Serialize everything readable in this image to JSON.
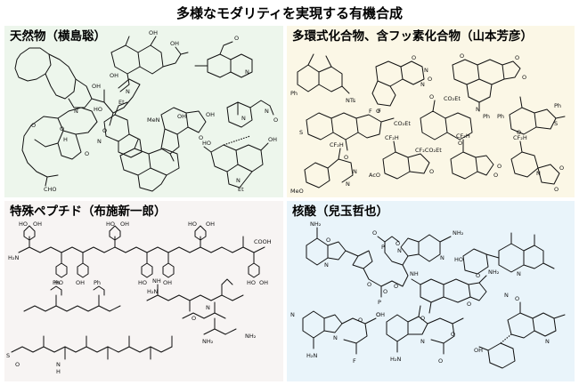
{
  "title": "多様なモダリティを実現する有機合成",
  "panels": [
    {
      "label": "天然物（横島聡）",
      "atoms": [
        "OH",
        "OH",
        "N",
        "Et",
        "OH",
        "HO",
        "N",
        "O",
        "OH",
        "MeN",
        "N",
        "O",
        "OH",
        "OH",
        "O",
        "N",
        "O",
        "N",
        "O",
        "O",
        "H",
        "CHO",
        "O",
        "N",
        "OH",
        "N",
        "Et",
        "HO"
      ]
    },
    {
      "label": "多環式化合物、含フッ素化合物（山本芳彦）",
      "atoms": [
        "Ph",
        "NTs",
        "N",
        "N",
        "O",
        "O",
        "O",
        "O",
        "O",
        "N",
        "Ph",
        "Ph",
        "Ph",
        "O",
        "F",
        "F",
        "CO₂Et",
        "S",
        "O",
        "O",
        "CO₂Et",
        "O",
        "O",
        "S",
        "CF₂H",
        "CF₂H",
        "CF₂CO₂Et",
        "MeO",
        "N",
        "N",
        "AcO",
        "O",
        "CF₂H",
        "O",
        "O",
        "CF₂H",
        "N",
        "O",
        "O"
      ]
    },
    {
      "label": "特殊ペプチド（布施新一郎）",
      "atoms": [
        "COOH",
        "H₂N",
        "HO",
        "OH",
        "HO",
        "OH",
        "HO",
        "OH",
        "HO",
        "OH",
        "HO",
        "OH",
        "HO",
        "OH",
        "NH",
        "H₂N",
        "O",
        "N",
        "NH₂",
        "Ph",
        "Ph",
        "S",
        "O",
        "N",
        "H",
        "NH₂"
      ]
    },
    {
      "label": "核酸（兒玉哲也）",
      "atoms": [
        "NH₂",
        "N",
        "O",
        "O",
        "P",
        "O",
        "NH₂",
        "N",
        "N",
        "O",
        "O",
        "P",
        "O",
        "HO",
        "O",
        "N",
        "NH₂",
        "N",
        "O",
        "NH",
        "O",
        "N",
        "H₂N",
        "N",
        "O",
        "F",
        "OH",
        "O",
        "N",
        "H₂N",
        "O",
        "O",
        "O",
        "OH",
        "N"
      ]
    }
  ]
}
